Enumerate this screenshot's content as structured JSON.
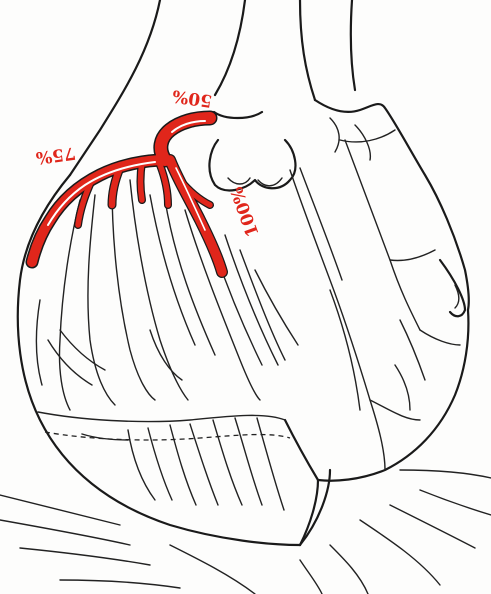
{
  "colors": {
    "artery": "#e0261b",
    "ink": "#1a1a1a"
  },
  "labels": {
    "lad_stenosis": "75%",
    "left_main_stenosis": "50%",
    "circumflex_stenosis": "100%"
  }
}
